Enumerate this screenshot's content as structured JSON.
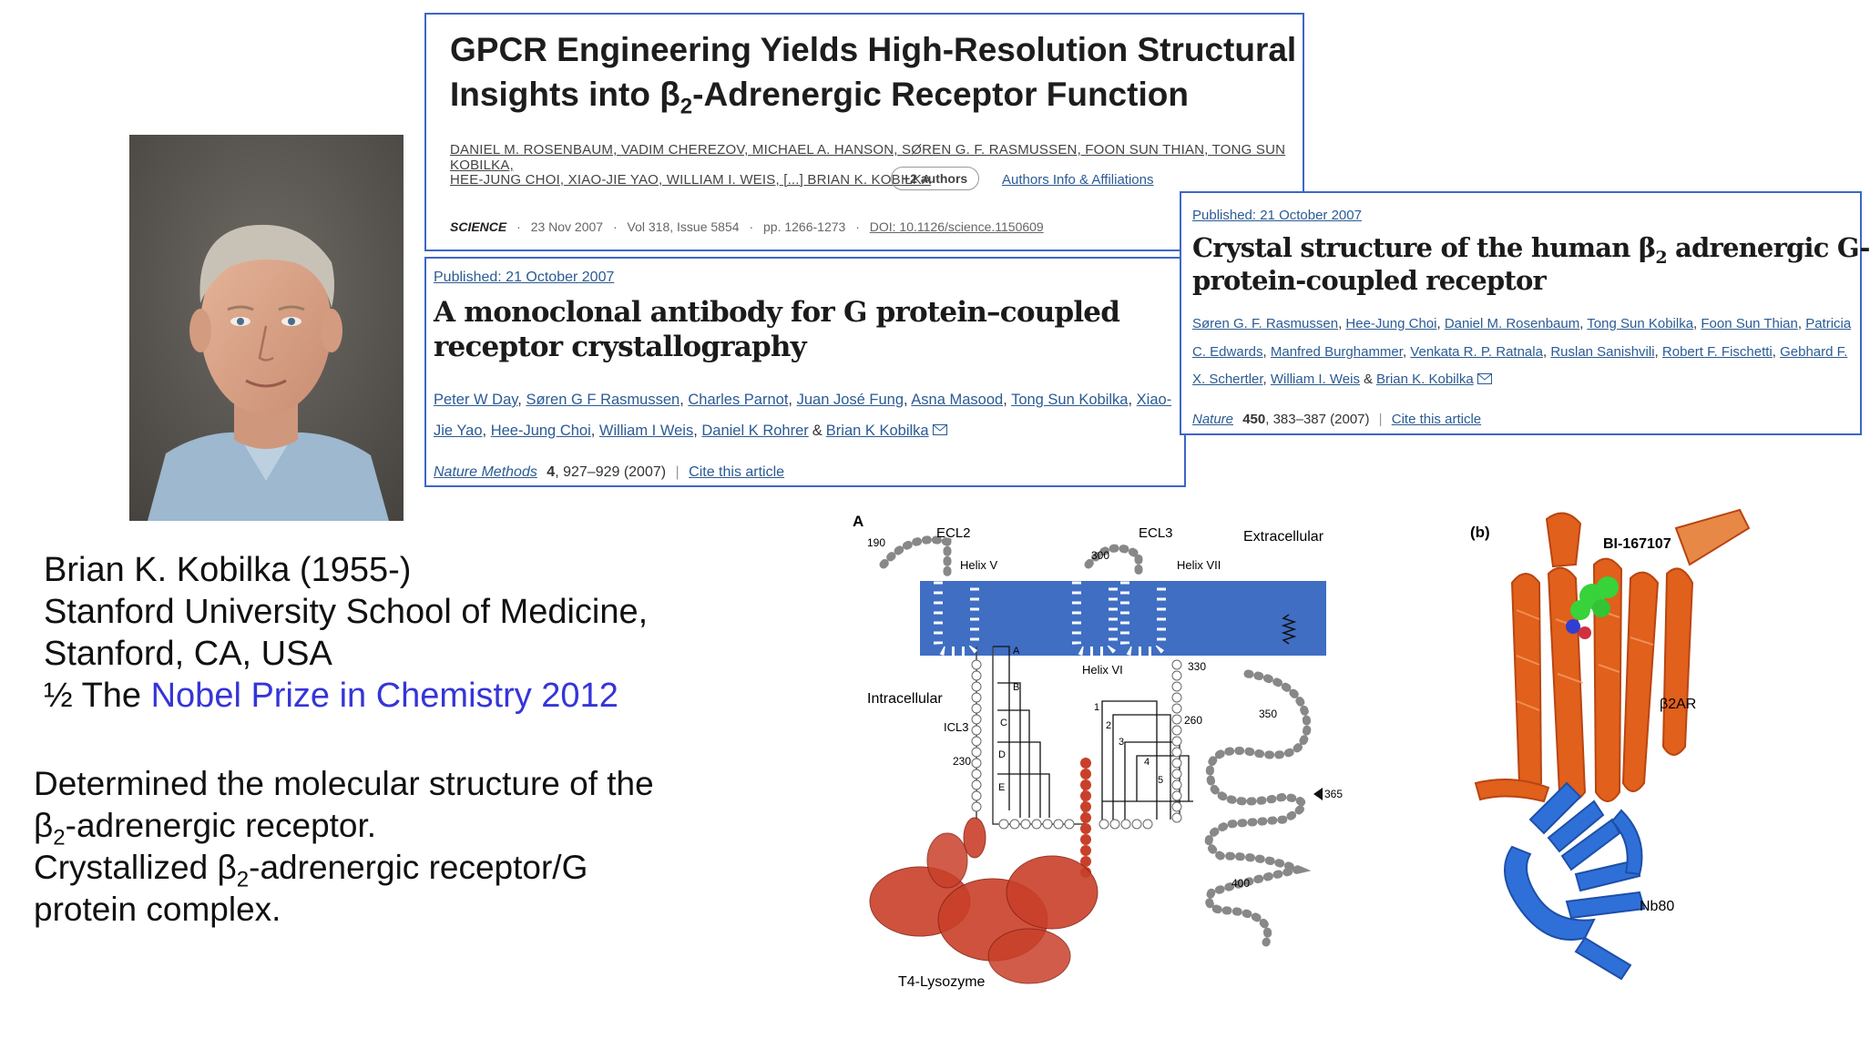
{
  "bio": {
    "name": "Brian K. Kobilka (1955-)",
    "affiliation": "Stanford University School of Medicine,",
    "location": "Stanford, CA, USA",
    "prize_prefix": "½ The ",
    "prize_link": "Nobel Prize in Chemistry 2012",
    "desc_line1": "Determined the molecular structure of the",
    "desc_line2_pre": "β",
    "desc_line2_sub": "2",
    "desc_line2_post": "-adrenergic receptor.",
    "desc_line3_pre": "Crystallized β",
    "desc_line3_sub": "2",
    "desc_line3_post": "-adrenergic receptor/G",
    "desc_line4": "protein complex."
  },
  "science_paper": {
    "title_line1": "GPCR Engineering Yields High-Resolution Structural",
    "title_line2_pre": "Insights into β",
    "title_line2_sub": "2",
    "title_line2_post": "-Adrenergic Receptor Function",
    "authors_line1": "DANIEL M. ROSENBAUM, VADIM CHEREZOV, MICHAEL A. HANSON, SØREN G. F. RASMUSSEN, FOON SUN THIAN, TONG SUN KOBILKA,",
    "authors_line2": "HEE-JUNG CHOI, XIAO-JIE YAO, WILLIAM I. WEIS, [...] BRIAN K. KOBILKA",
    "more_authors": "+2 authors",
    "affiliations_link": "Authors Info & Affiliations",
    "journal": "SCIENCE",
    "date": "23 Nov 2007",
    "volume": "Vol 318, Issue 5854",
    "pages": "pp. 1266-1273",
    "doi": "DOI: 10.1126/science.1150609",
    "separator": "·"
  },
  "nm_paper": {
    "published": "Published: 21 October 2007",
    "title_line1": "A monoclonal antibody for G protein–coupled",
    "title_line2": "receptor crystallography",
    "authors_line1": [
      "Peter W Day",
      "Søren G F Rasmussen",
      "Charles Parnot",
      "Juan José Fung",
      "Asna Masood",
      "Tong Sun Kobilka",
      "Xiao-"
    ],
    "authors_line2": [
      "Jie Yao",
      "Hee-Jung Choi",
      "William I Weis",
      "Daniel K Rohrer"
    ],
    "last_author": "Brian K Kobilka",
    "amp": "&",
    "journal": "Nature Methods",
    "volume": "4",
    "pages": ", 927–929 (2007)",
    "cite": "Cite this article"
  },
  "nature_paper": {
    "published": "Published: 21 October 2007",
    "title_line1_pre": "Crystal structure of the human β",
    "title_line1_sub": "2",
    "title_line1_post": " adrenergic G-",
    "title_line2": "protein-coupled receptor",
    "authors_line1": [
      "Søren G. F. Rasmussen",
      "Hee-Jung Choi",
      "Daniel M. Rosenbaum",
      "Tong Sun Kobilka",
      "Foon Sun Thian",
      "Patricia"
    ],
    "authors_line2": [
      "C. Edwards",
      "Manfred Burghammer",
      "Venkata R. P. Ratnala",
      "Ruslan Sanishvili",
      "Robert F. Fischetti",
      "Gebhard F."
    ],
    "authors_line3": [
      "X. Schertler",
      "William I. Weis"
    ],
    "last_author": "Brian K. Kobilka",
    "amp": "&",
    "journal": "Nature",
    "volume": "450",
    "pages": ", 383–387 (2007)",
    "cite": "Cite this article"
  },
  "figure_a": {
    "panel": "A",
    "ecl2": "ECL2",
    "ecl3": "ECL3",
    "extracellular": "Extracellular",
    "helix5": "Helix V",
    "helix7": "Helix VII",
    "helix6": "Helix VI",
    "intracellular": "Intracellular",
    "icl3": "ICL3",
    "res190": "190",
    "res300": "300",
    "res330": "330",
    "res260": "260",
    "res230": "230",
    "res350": "350",
    "res365": "365",
    "res400": "400",
    "seg_a": "A",
    "seg_b": "B",
    "seg_c": "C",
    "seg_d": "D",
    "seg_e": "E",
    "n1": "1",
    "n2": "2",
    "n3": "3",
    "n4": "4",
    "n5": "5",
    "lysozyme": "T4-Lysozyme"
  },
  "figure_b": {
    "panel": "(b)",
    "ligand": "BI-167107",
    "receptor": "β2AR",
    "nanobody": "Nb80"
  },
  "colors": {
    "box_border": "#3e66c8",
    "membrane": "#3f6ec3",
    "receptor_orange": "#e0601c",
    "nanobody_blue": "#2f6fd8",
    "lysozyme_red": "#c9402a",
    "nobel_link": "#3535d8",
    "ligand_green": "#38d23a"
  }
}
